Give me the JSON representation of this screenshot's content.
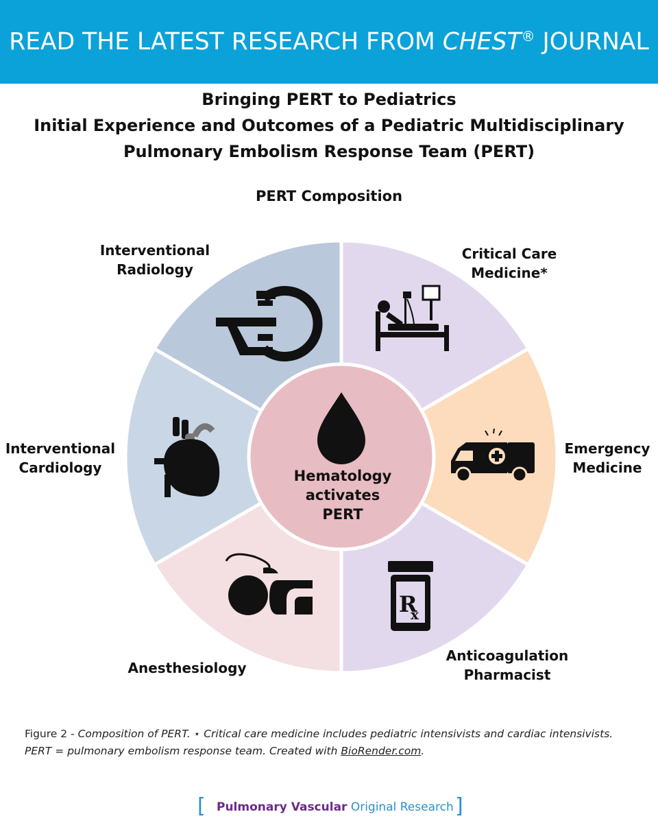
{
  "banner": {
    "prefix": "READ THE LATEST RESEARCH FROM ",
    "journal": "CHEST",
    "reg": "®",
    "suffix": " JOURNAL"
  },
  "titles": {
    "line1": "Bringing PERT to Pediatrics",
    "line2": "Initial Experience and Outcomes of a Pediatric Multidisciplinary",
    "line3": "Pulmonary Embolism Response Team (PERT)"
  },
  "diagram": {
    "title": "PERT Composition",
    "center": {
      "line1": "Hematology",
      "line2": "activates",
      "line3": "PERT",
      "color": "#e8bcc3",
      "icon": "blood-drop-icon"
    },
    "segments": [
      {
        "line1": "Critical Care",
        "line2": "Medicine*",
        "color": "#e2d8ee",
        "icon": "hospital-bed-icon"
      },
      {
        "line1": "Emergency",
        "line2": "Medicine",
        "color": "#fcdcbc",
        "icon": "ambulance-icon"
      },
      {
        "line1": "Anticoagulation",
        "line2": "Pharmacist",
        "color": "#e2d8ee",
        "icon": "prescription-bottle-icon"
      },
      {
        "line1": "Anesthesiology",
        "line2": "",
        "color": "#f4dfe2",
        "icon": "anesthesia-icon"
      },
      {
        "line1": "Interventional",
        "line2": "Cardiology",
        "color": "#c9d6e5",
        "icon": "heart-icon"
      },
      {
        "line1": "Interventional",
        "line2": "Radiology",
        "color": "#b9c8da",
        "icon": "c-arm-scanner-icon"
      }
    ]
  },
  "caption": {
    "fig": "Figure 2 - ",
    "fig_title": "Composition of PERT.",
    "star": "  ⋆ ",
    "note": "Critical care medicine includes pediatric intensivists and cardiac intensivists.",
    "line2": "PERT = pulmonary embolism response team. Created with ",
    "link": "BioRender.com",
    "end": "."
  },
  "footer": {
    "open": "[",
    "category": "Pulmonary Vascular",
    "type": "Original Research",
    "close": "]"
  }
}
